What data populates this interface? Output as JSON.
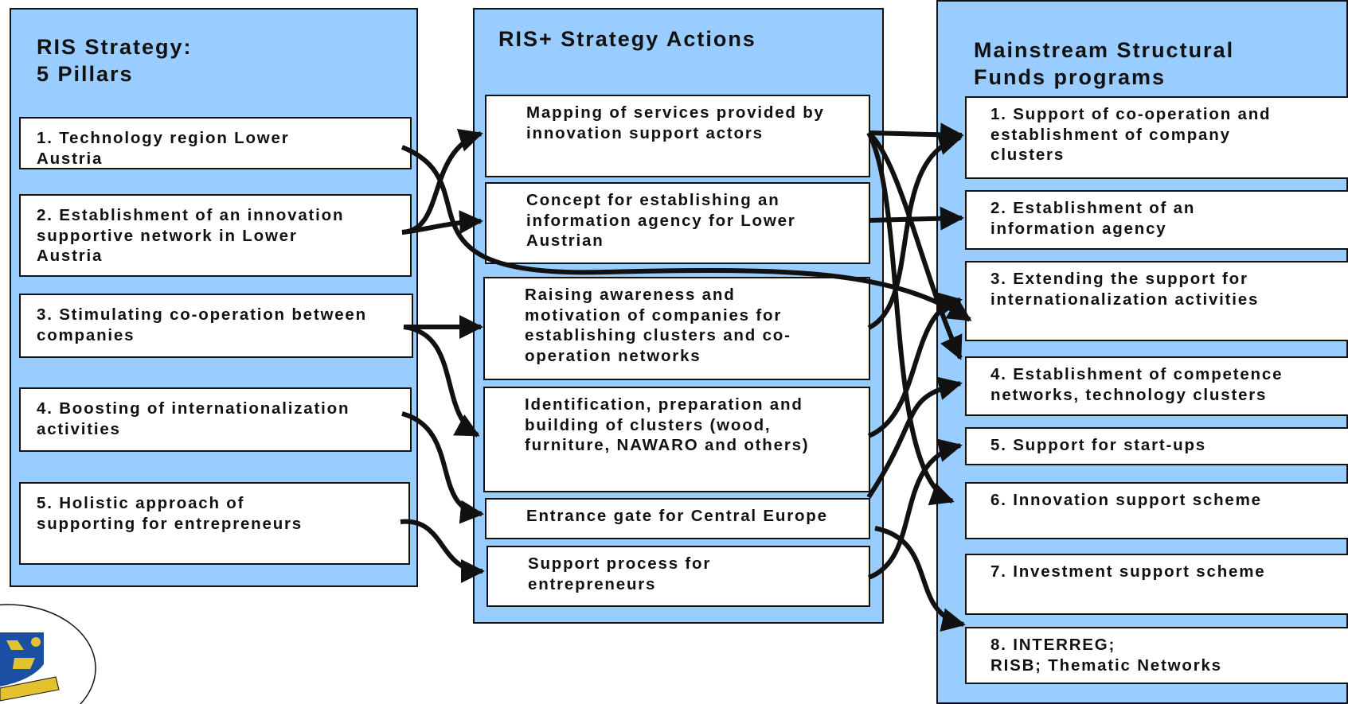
{
  "left": {
    "title": "RIS Strategy:\n    5 Pillars",
    "items": [
      "1. Technology region Lower\n    Austria",
      "2. Establishment of an innovation\n    supportive network in Lower\n    Austria",
      "3. Stimulating co-operation between\n    companies",
      "4. Boosting of internationalization\n    activities",
      "5. Holistic approach of\n    supporting for entrepreneurs"
    ]
  },
  "middle": {
    "title": "RIS+  Strategy Actions",
    "items": [
      "Mapping of services provided by\ninnovation support actors",
      "Concept for establishing an\ninformation agency for Lower\nAustrian",
      "Raising awareness and\nmotivation of companies for\nestablishing clusters and co-\noperation networks",
      "Identification, preparation and\nbuilding of clusters (wood,\nfurniture, NAWARO and others)",
      "Entrance gate for Central Europe",
      "Support process for\n entrepreneurs"
    ]
  },
  "right": {
    "title": "Mainstream Structural\nFunds programs",
    "items": [
      "1. Support of co-operation and\n    establishment of company\n    clusters",
      "2. Establishment of an\n    information agency",
      "3.  Extending the support for\n    internationalization activities",
      "4. Establishment of competence\n    networks, technology clusters",
      "5. Support for start-ups",
      "6. Innovation support scheme",
      "7.  Investment support scheme",
      "8. INTERREG;\n    RISB; Thematic Networks"
    ]
  },
  "logo": {
    "icon": "lower-austria-coat-of-arms-icon"
  },
  "colors": {
    "panel": "#99ccff",
    "box": "#ffffff",
    "line": "#111111"
  }
}
